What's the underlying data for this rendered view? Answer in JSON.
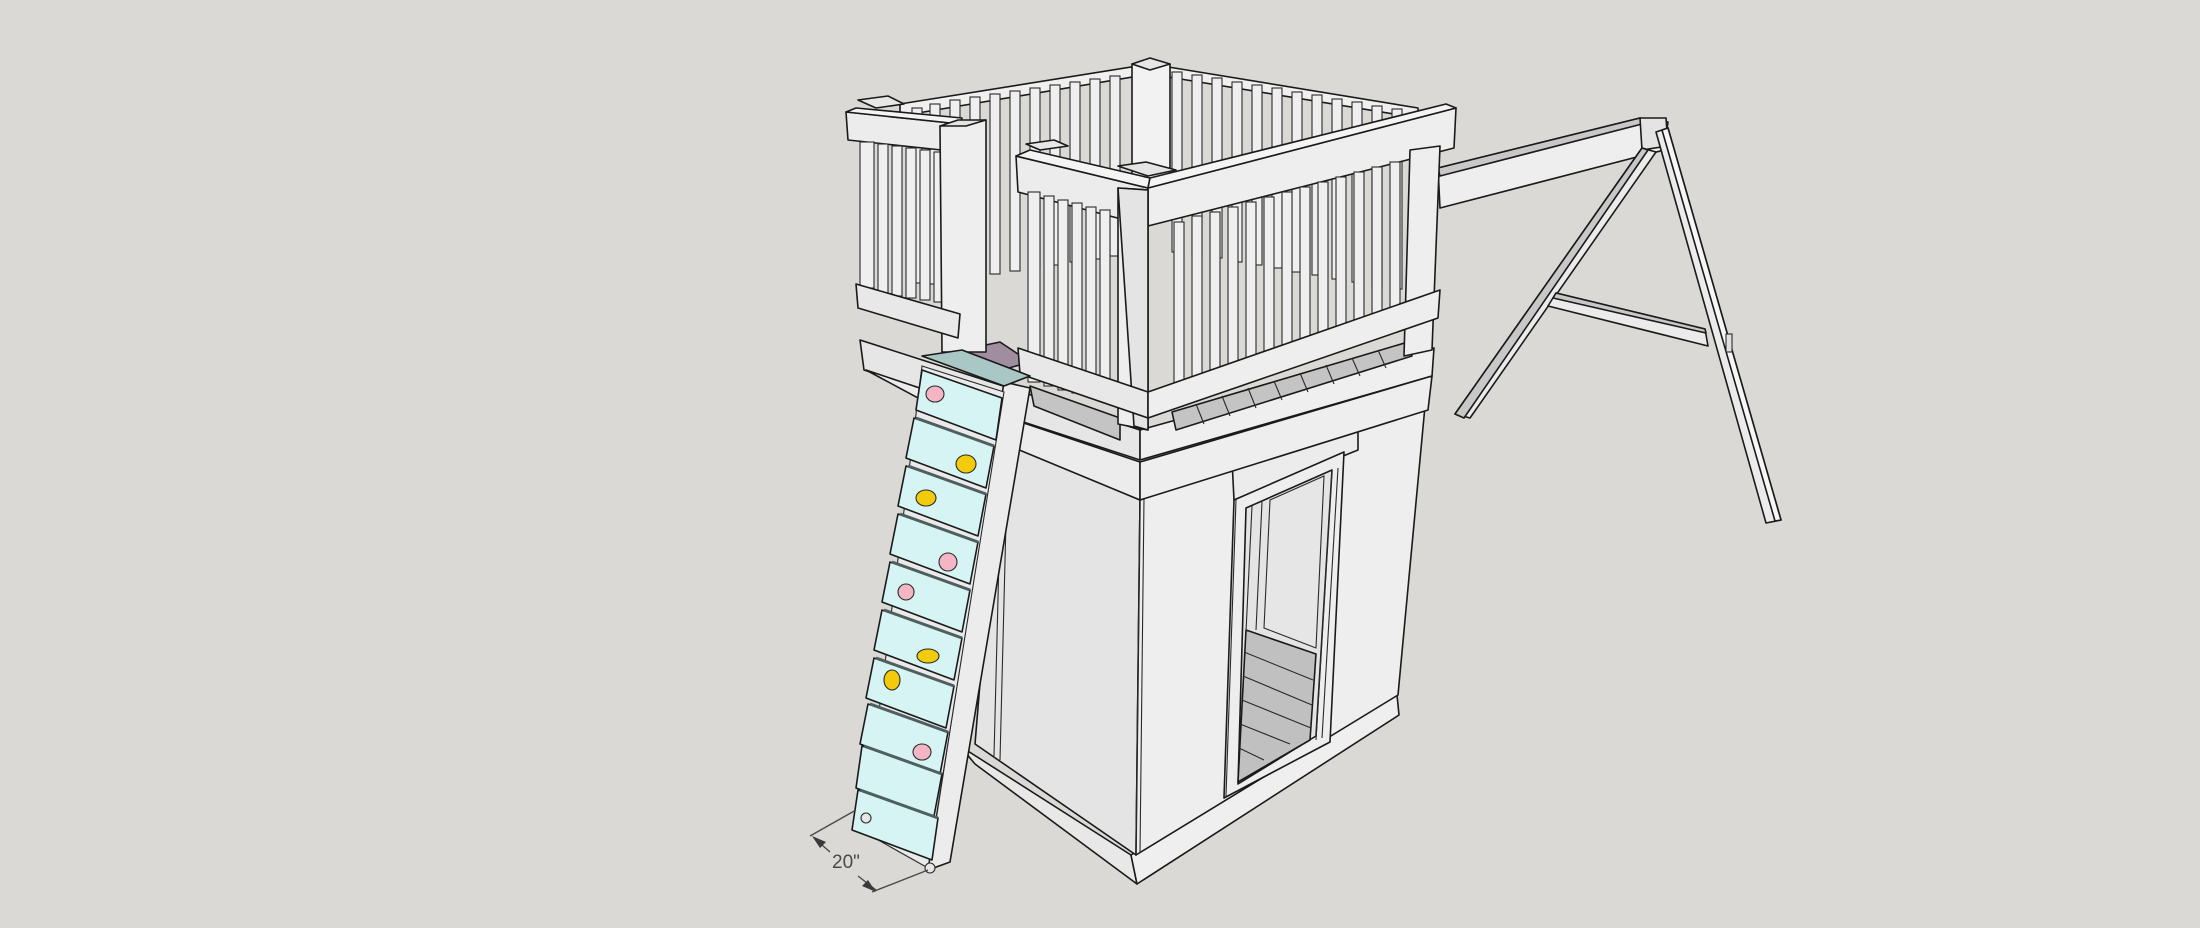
{
  "app": {
    "type": "3D modeling viewport",
    "view": "perspective",
    "background_color": "#dad9d5"
  },
  "model": {
    "name": "playhouse tower with climbing wall and swing frame",
    "components": [
      {
        "id": "tower-railing",
        "label": "Upper deck railing with balusters"
      },
      {
        "id": "upper-deck",
        "label": "Upper deck with floor planks"
      },
      {
        "id": "lower-enclosure",
        "label": "Lower enclosed box with doorway"
      },
      {
        "id": "doorway",
        "label": "Doorway opening"
      },
      {
        "id": "climbing-wall",
        "label": "Climbing wall ramp"
      },
      {
        "id": "swing-beam",
        "label": "Swing beam"
      },
      {
        "id": "a-frame",
        "label": "Swing A-frame legs with cross brace"
      }
    ],
    "colors": {
      "face_light": "#eeeeee",
      "face_mid": "#e4e4e4",
      "face_shadow": "#c2c2c2",
      "edge": "#1a1a1a",
      "climbing_wall_panel": "#d6f4f4",
      "climbing_wall_top": "#a9c7c4",
      "deck_hatch": "#a08ea0",
      "hold_pink": "#f4b5c4",
      "hold_yellow": "#f2cb0c"
    },
    "climbing_holds": [
      {
        "color": "pink"
      },
      {
        "color": "yellow"
      },
      {
        "color": "yellow"
      },
      {
        "color": "pink"
      },
      {
        "color": "pink"
      },
      {
        "color": "yellow"
      },
      {
        "color": "yellow"
      },
      {
        "color": "pink"
      }
    ]
  },
  "dimension": {
    "label": "20\"",
    "measures": "climbing wall width"
  }
}
